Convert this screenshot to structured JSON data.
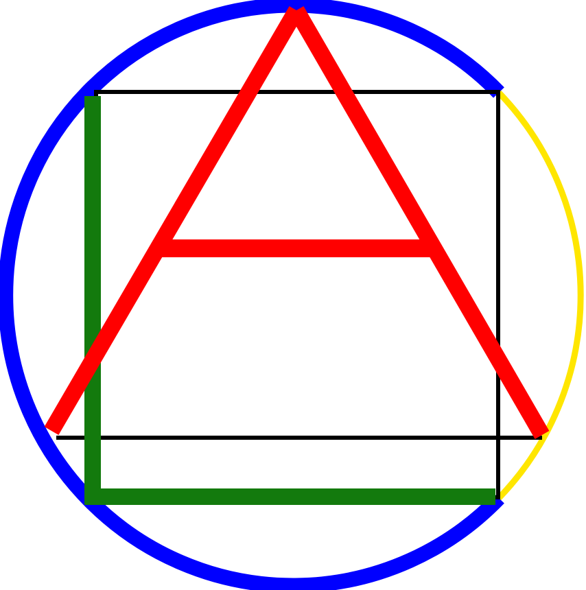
{
  "colors": {
    "background": "#ffffff",
    "circle_major_arc": "#0000ff",
    "circle_minor_arc": "#ffe600",
    "triangle": "#ff0000",
    "square": "#000000",
    "corner": "#137a0d"
  },
  "shapes": {
    "circle": "circle",
    "triangle": "letter-a-triangle",
    "square": "square-outline",
    "corner": "l-shaped-corner"
  }
}
